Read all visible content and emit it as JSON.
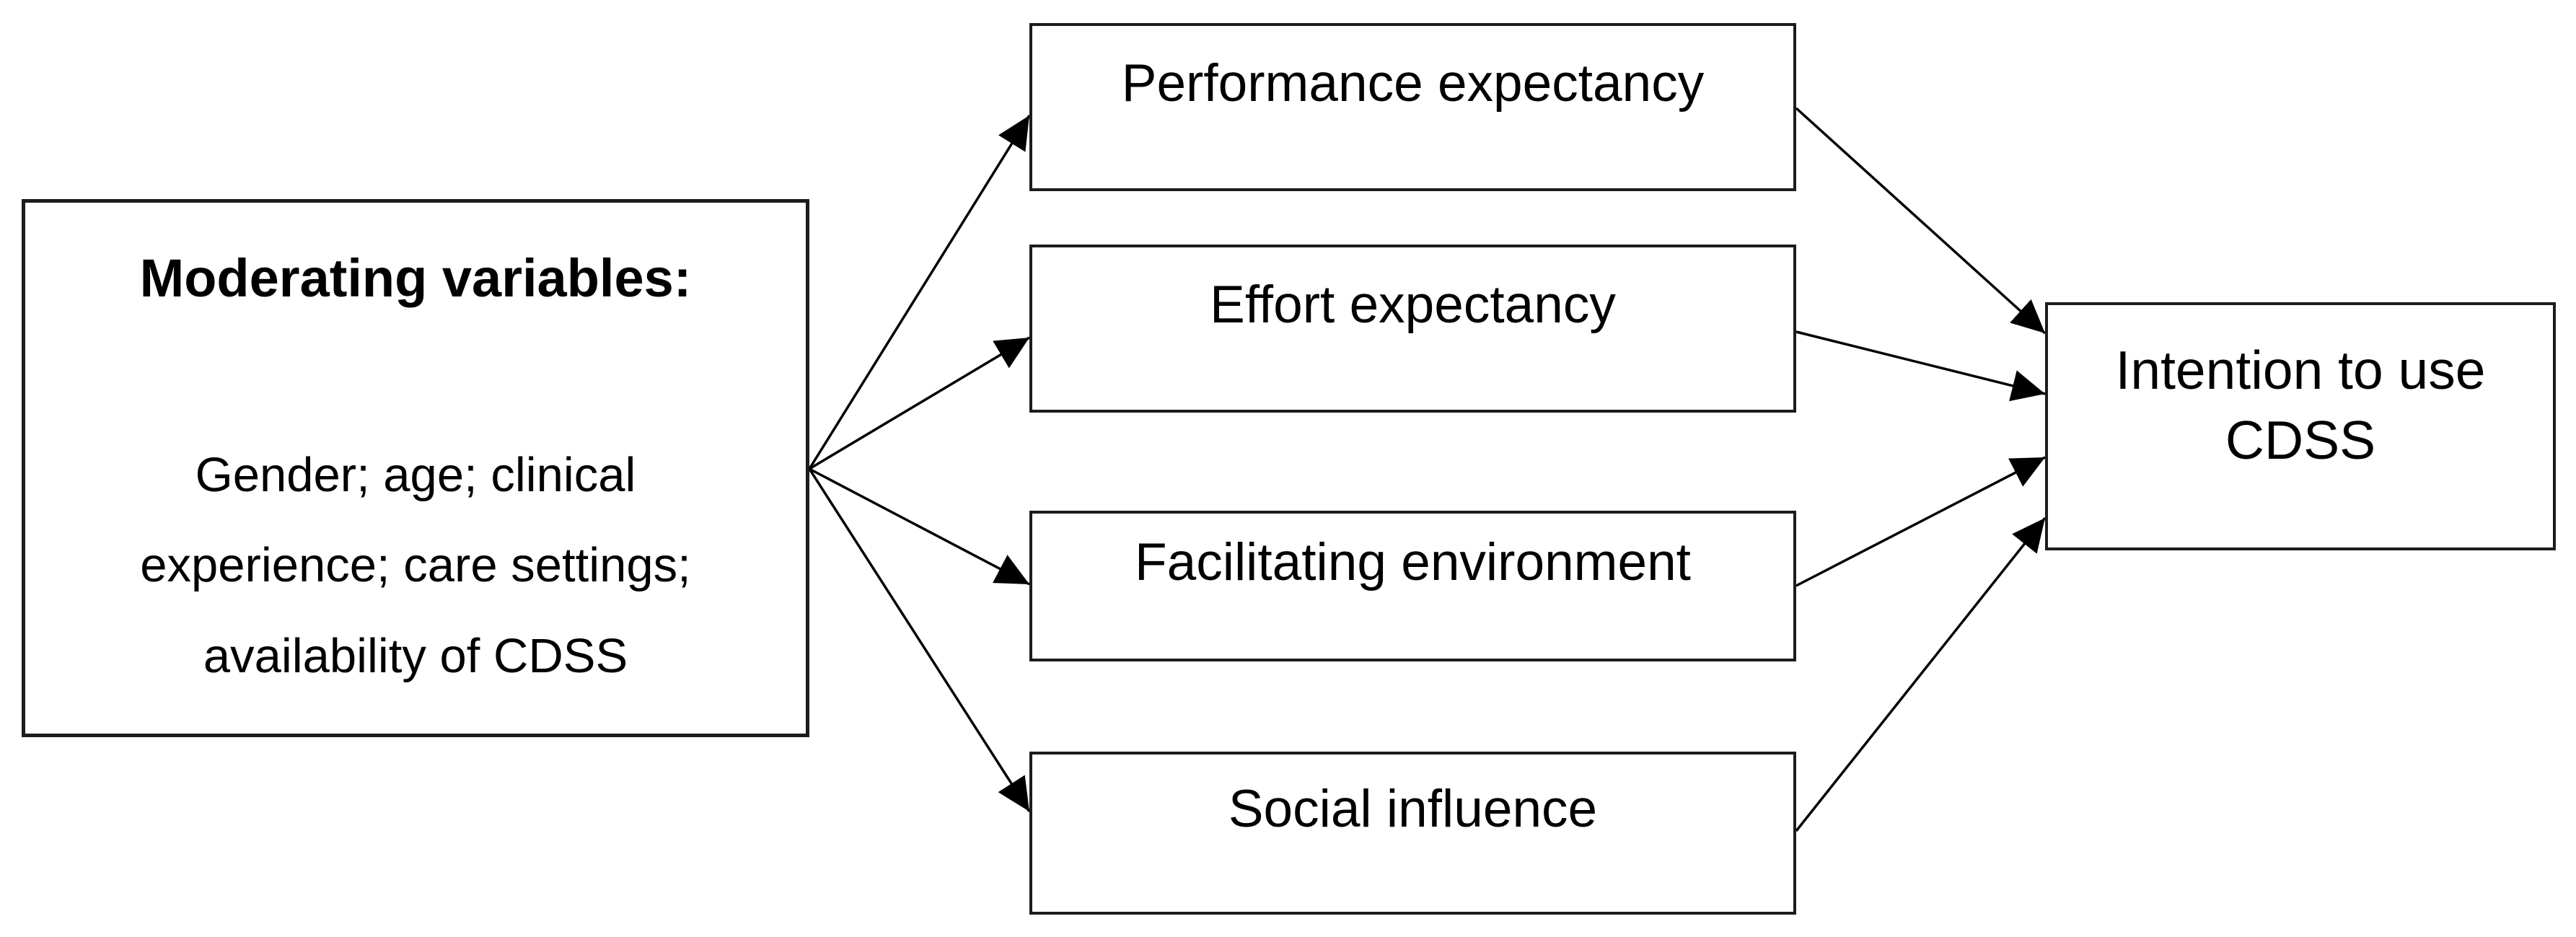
{
  "diagram": {
    "type": "concept-model",
    "moderating_box": {
      "title": "Moderating variables:",
      "lines": [
        "Gender; age; clinical",
        "experience; care settings;",
        "availability of CDSS"
      ]
    },
    "factors": [
      {
        "label": "Performance expectancy"
      },
      {
        "label": "Effort expectancy"
      },
      {
        "label": "Facilitating environment"
      },
      {
        "label": "Social influence"
      }
    ],
    "outcome": {
      "label": "Intention to use CDSS",
      "lines": [
        "Intention to use",
        "CDSS"
      ]
    },
    "connections": {
      "from_moderators": [
        "Performance expectancy",
        "Effort expectancy",
        "Facilitating environment",
        "Social influence"
      ],
      "to_outcome": [
        "Performance expectancy",
        "Effort expectancy",
        "Facilitating environment",
        "Social influence"
      ]
    },
    "colors": {
      "background": "#ffffff",
      "line": "#000000",
      "border": "#1c1c1c",
      "text": "#000000"
    }
  }
}
